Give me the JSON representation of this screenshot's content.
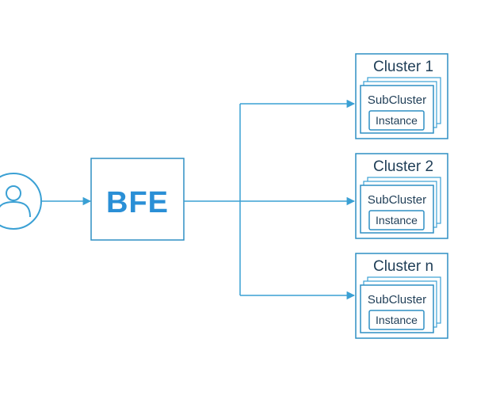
{
  "colors": {
    "stroke": "#3aa0d4",
    "node_border": "#2f8fc4",
    "bfe_text": "#2a8fd6",
    "label_text": "#1f3e57"
  },
  "user": {
    "icon": "user-icon"
  },
  "bfe": {
    "label": "BFE"
  },
  "clusters": [
    {
      "title": "Cluster 1",
      "subcluster_label": "SubCluster",
      "instance_label": "Instance"
    },
    {
      "title": "Cluster 2",
      "subcluster_label": "SubCluster",
      "instance_label": "Instance"
    },
    {
      "title": "Cluster n",
      "subcluster_label": "SubCluster",
      "instance_label": "Instance"
    }
  ]
}
